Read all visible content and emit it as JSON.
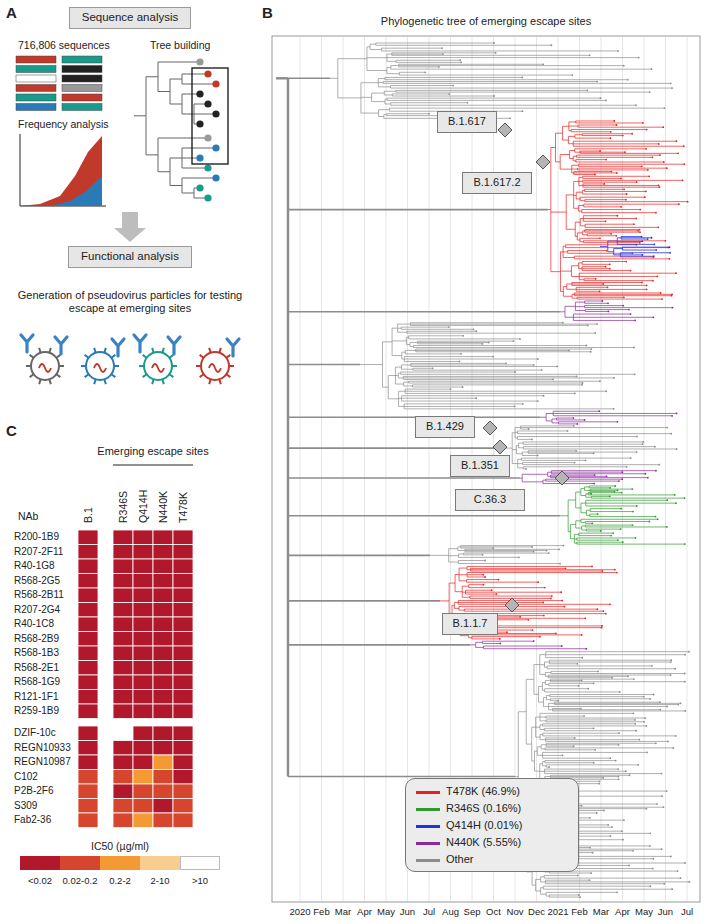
{
  "diagram": {
    "nodes": [
      {
        "text": [
          "Sequence analysis"
        ]
      },
      {
        "text": [
          "Functional analysis"
        ]
      },
      {
        "text": [
          "B.1.617"
        ]
      },
      {
        "text": [
          "B.1.617.2"
        ]
      },
      {
        "text": [
          "B.1.429"
        ]
      },
      {
        "text": [
          "B.1.351"
        ]
      },
      {
        "text": [
          "C.36.3"
        ]
      },
      {
        "text": [
          "B.1.1.7"
        ]
      }
    ],
    "labels": [
      "A",
      "716,806 sequences",
      "Tree building",
      "Frequency analysis",
      "Generation of pseudovirus particles for testing escape at emerging sites",
      "B",
      "Phylogenetic tree of emerging escape sites",
      "2020",
      "Feb",
      "Mar",
      "Apr",
      "May",
      "Jun",
      "Jul",
      "Aug",
      "Sep",
      "Oct",
      "Nov",
      "Dec",
      "2021",
      "Feb",
      "Mar",
      "Apr",
      "May",
      "Jun",
      "Jul",
      "C",
      "Emerging escape sites",
      "NAb",
      "B.1",
      "R346S",
      "Q414H",
      "N440K",
      "T478K",
      "R200-1B9",
      "R207-2F11",
      "R40-1G8",
      "R568-2G5",
      "R568-2B11",
      "R207-2G4",
      "R40-1C8",
      "R568-2B9",
      "R568-1B3",
      "R568-2E1",
      "R568-1G9",
      "R121-1F1",
      "R259-1B9",
      "DZIF-10c",
      "REGN10933",
      "REGN10987",
      "C102",
      "P2B-2F6",
      "S309",
      "Fab2-36",
      "IC50 (µg/ml)"
    ],
    "legend": [
      {
        "text": "T478K (46.9%)",
        "color": "#e8211f"
      },
      {
        "text": "R346S (0.16%)",
        "color": "#2e9a2e"
      },
      {
        "text": "Q414H (0.01%)",
        "color": "#2233dd"
      },
      {
        "text": "N440K (5.55%)",
        "color": "#8a2a9a"
      },
      {
        "text": "Other",
        "color": "#8c8c8c"
      },
      {
        "text": "<0.02",
        "color": "#b2182b"
      },
      {
        "text": "0.02-0.2",
        "color": "#d6452d"
      },
      {
        "text": "0.2-2",
        "color": "#f39a32"
      },
      {
        "text": "2-10",
        "color": "#f8cd8f"
      },
      {
        "text": ">10",
        "color": "#ffffff"
      }
    ]
  }
}
